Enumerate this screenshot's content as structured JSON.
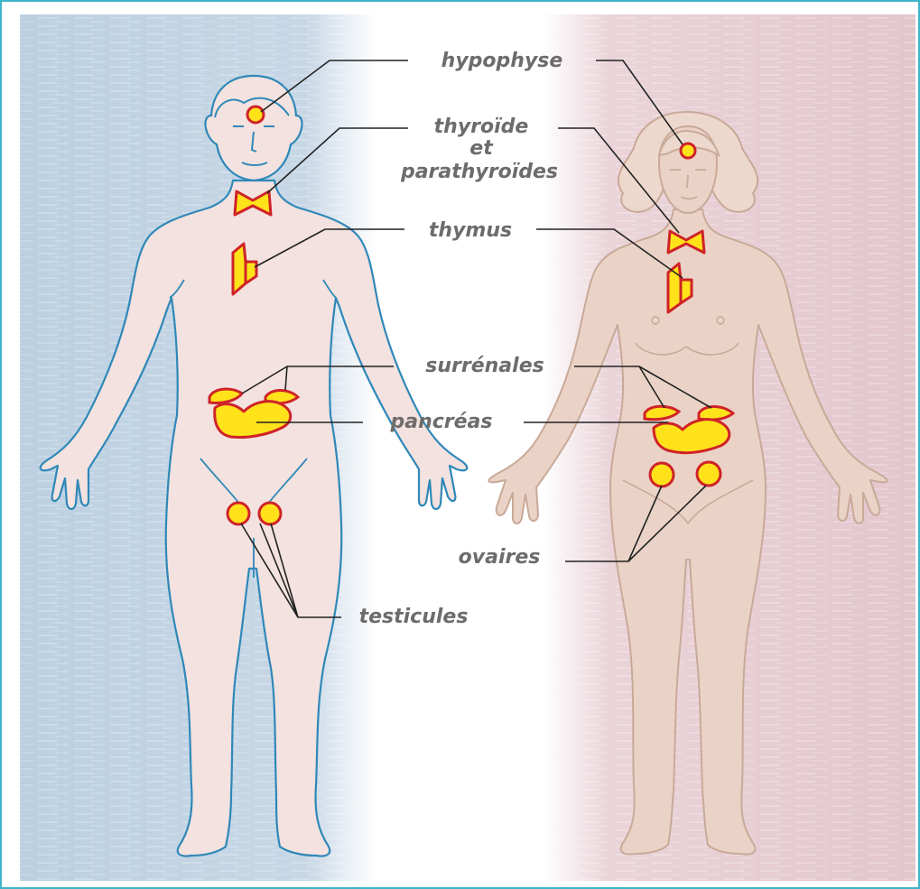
{
  "labels": {
    "hypophyse": "hypophyse",
    "thyroide_line1": "thyroïde",
    "thyroide_line2": "et",
    "thyroide_line3": "parathyroïdes",
    "thymus": "thymus",
    "surrenales": "surrénales",
    "pancreas": "pancréas",
    "ovaires": "ovaires",
    "testicules": "testicules"
  },
  "colors": {
    "male_background": "#c3d3e2",
    "female_background": "#e6cdd3",
    "male_skin": "#f3e2df",
    "male_outline": "#2f88b8",
    "female_skin": "#ead3c6",
    "female_outline": "#c9a998",
    "gland_fill": "#ffe21a",
    "gland_outline": "#cf2328",
    "frame": "#3cb5c8"
  }
}
